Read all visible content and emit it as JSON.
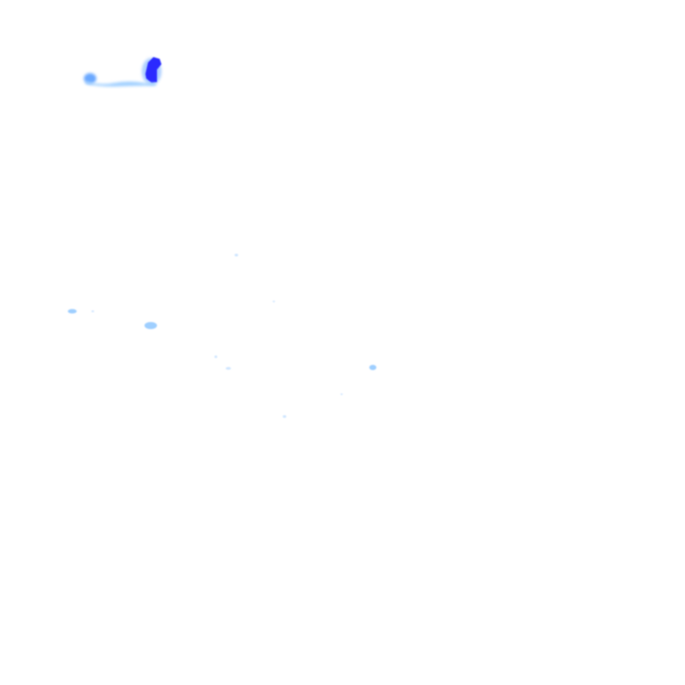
{
  "map": {
    "background_color": "#ffffff",
    "palette": {
      "faint": "#cfe5ff",
      "light": "#9fcfff",
      "medium": "#6aa8ff",
      "strong": "#3a6cff",
      "intense": "#2a2aff"
    },
    "echo_cells": [
      {
        "intensity": "intense"
      },
      {
        "intensity": "medium"
      },
      {
        "intensity": "light"
      },
      {
        "intensity": "faint"
      },
      {
        "intensity": "light"
      },
      {
        "intensity": "light"
      },
      {
        "intensity": "faint"
      },
      {
        "intensity": "faint"
      },
      {
        "intensity": "faint"
      },
      {
        "intensity": "light"
      },
      {
        "intensity": "faint"
      },
      {
        "intensity": "faint"
      },
      {
        "intensity": "faint"
      }
    ]
  }
}
